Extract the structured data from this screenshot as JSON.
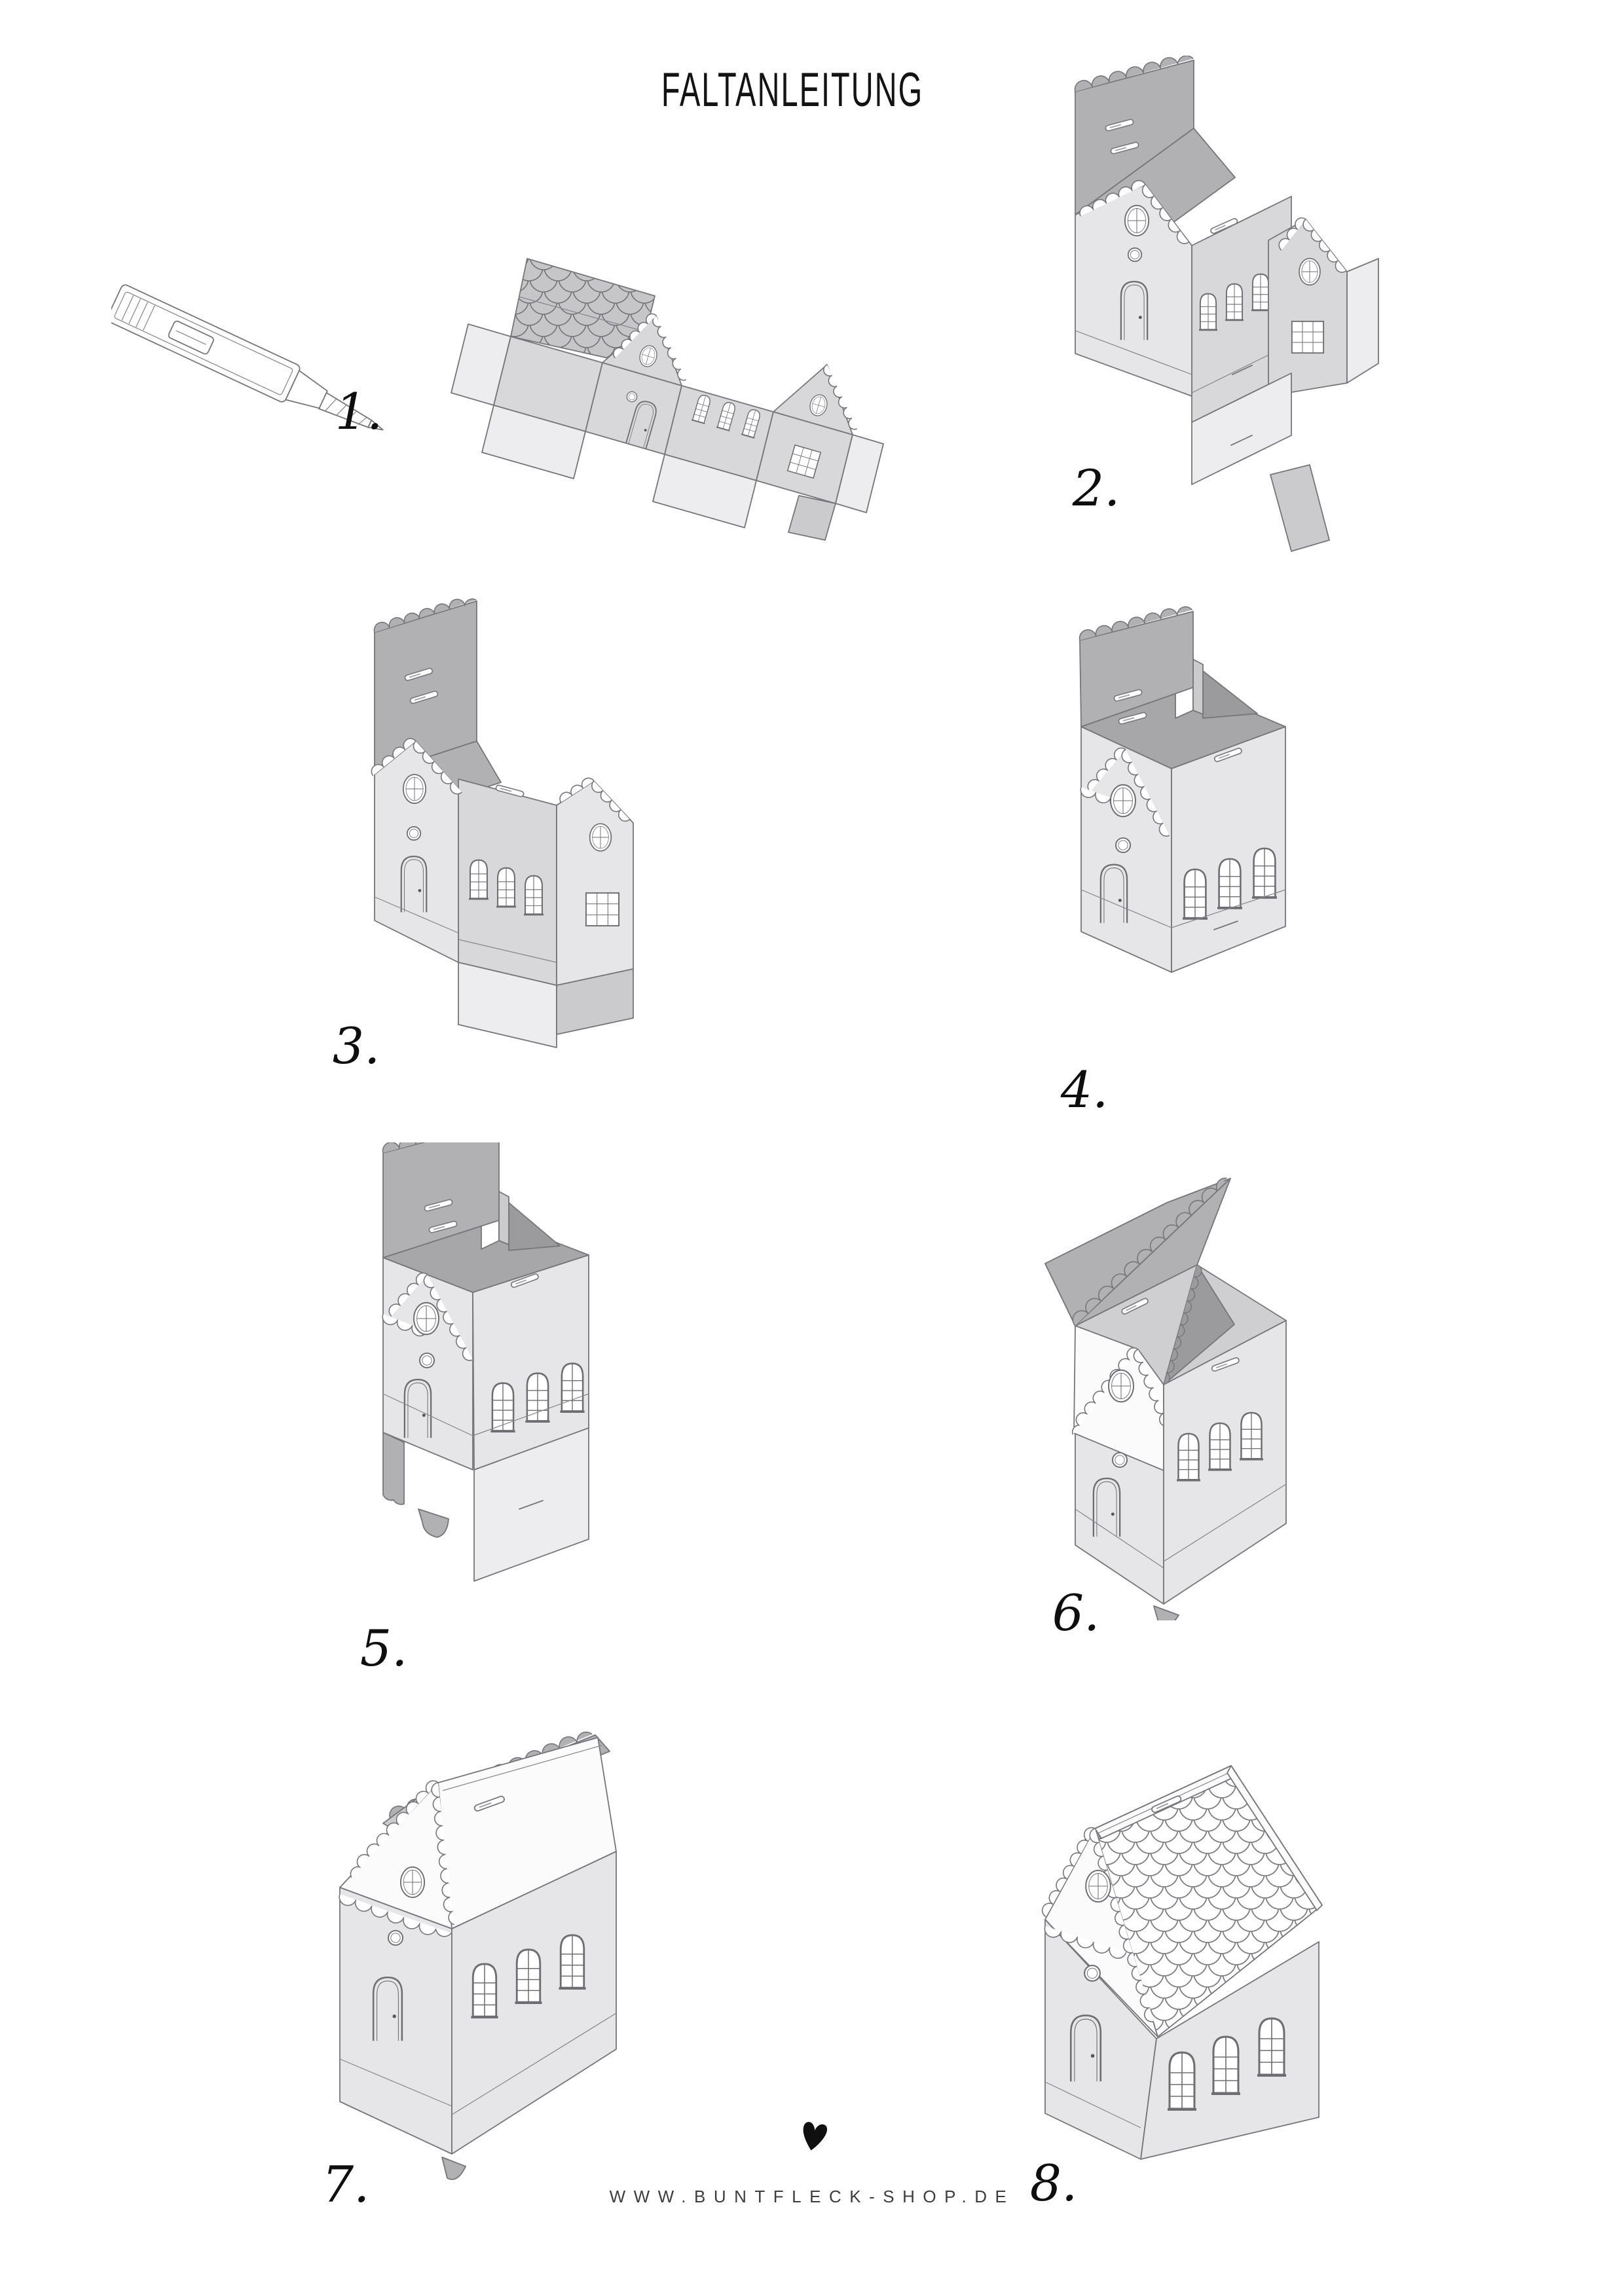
{
  "title": "FALTANLEITUNG",
  "steps": [
    {
      "label": "1."
    },
    {
      "label": "2."
    },
    {
      "label": "3."
    },
    {
      "label": "4."
    },
    {
      "label": "5."
    },
    {
      "label": "6."
    },
    {
      "label": "7."
    },
    {
      "label": "8."
    }
  ],
  "illustrations": [
    {
      "step": 1,
      "icon": "flat-template-with-utility-knife-icon"
    },
    {
      "step": 2,
      "icon": "walls-partially-folded-icon"
    },
    {
      "step": 3,
      "icon": "walls-folded-into-corner-icon"
    },
    {
      "step": 4,
      "icon": "box-formed-tall-flap-up-icon"
    },
    {
      "step": 5,
      "icon": "box-with-bottom-flaps-icon"
    },
    {
      "step": 6,
      "icon": "roof-flap-folding-over-icon"
    },
    {
      "step": 7,
      "icon": "roof-nearly-closed-icon"
    },
    {
      "step": 8,
      "icon": "finished-house-scale-roof-icon"
    }
  ],
  "footer": {
    "website": "WWW.BUNTFLECK-SHOP.DE",
    "heart_icon": "♥"
  },
  "colors": {
    "background": "#ffffff",
    "ink": "#131313",
    "outline": "#76767a",
    "wall_light": "#e6e6e8",
    "wall_mid": "#d8d8da",
    "flap_dark": "#b1b1b3",
    "interior_dark": "#a7a7a9",
    "footer_text": "#3d3d3f"
  }
}
